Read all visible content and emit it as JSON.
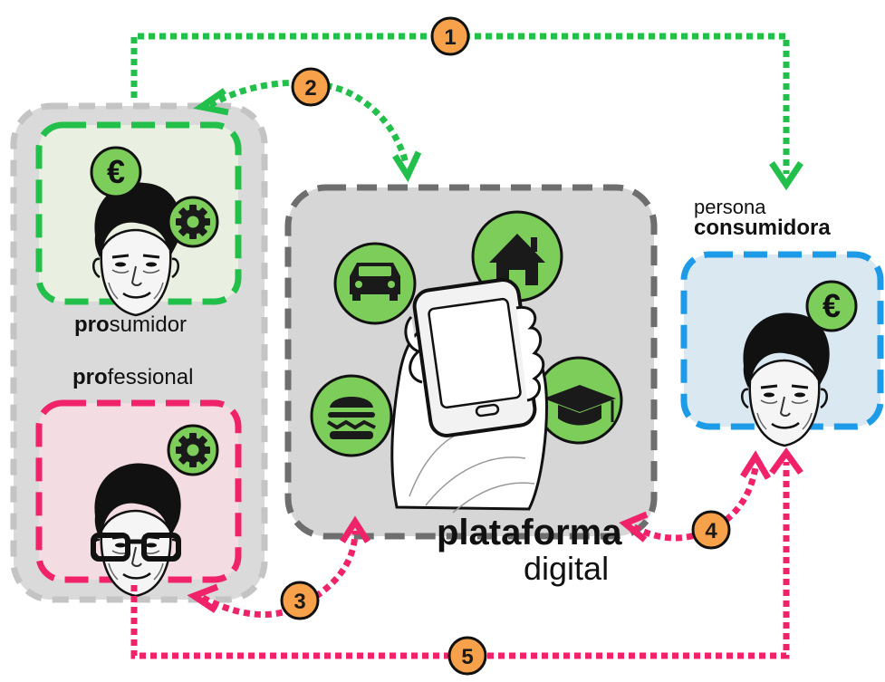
{
  "labels": {
    "prosumer_bold": "pro",
    "prosumer_rest": "sumidor",
    "professional_bold": "pro",
    "professional_rest": "fessional",
    "consumer_line1": "persona",
    "consumer_line2": "consumidora",
    "platform_line1": "plataforma",
    "platform_line2": "digital"
  },
  "flow_steps": [
    "1",
    "2",
    "3",
    "4",
    "5"
  ],
  "service_icons": [
    "car-icon",
    "house-icon",
    "burger-icon",
    "graduation-cap-icon"
  ],
  "colors": {
    "green_flow": "#22c04a",
    "pink_flow": "#f0236a",
    "blue_border": "#1e9be6",
    "orange_badge": "#f7a14a",
    "icon_green": "#7ccd5a",
    "group_gray": "#dadada",
    "platform_gray": "#d6d6d6"
  }
}
